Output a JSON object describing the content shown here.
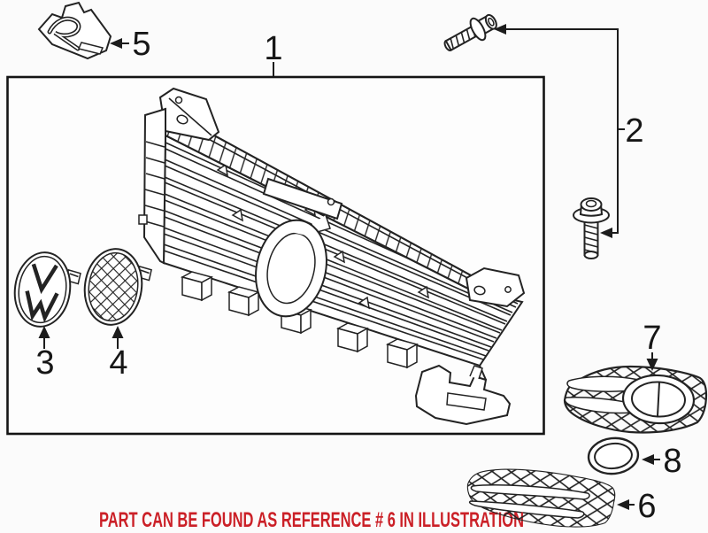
{
  "diagram": {
    "note": "PART CAN BE FOUND AS REFERENCE # 6 IN ILLUSTRATION",
    "callouts": [
      {
        "label": "1"
      },
      {
        "label": "2"
      },
      {
        "label": "3"
      },
      {
        "label": "4"
      },
      {
        "label": "5"
      },
      {
        "label": "6"
      },
      {
        "label": "7"
      },
      {
        "label": "8"
      }
    ],
    "colors": {
      "line": "#232323",
      "note_text": "#cb2027",
      "background": "#fbfbfb",
      "box_fill": "#fdfdfd"
    }
  }
}
